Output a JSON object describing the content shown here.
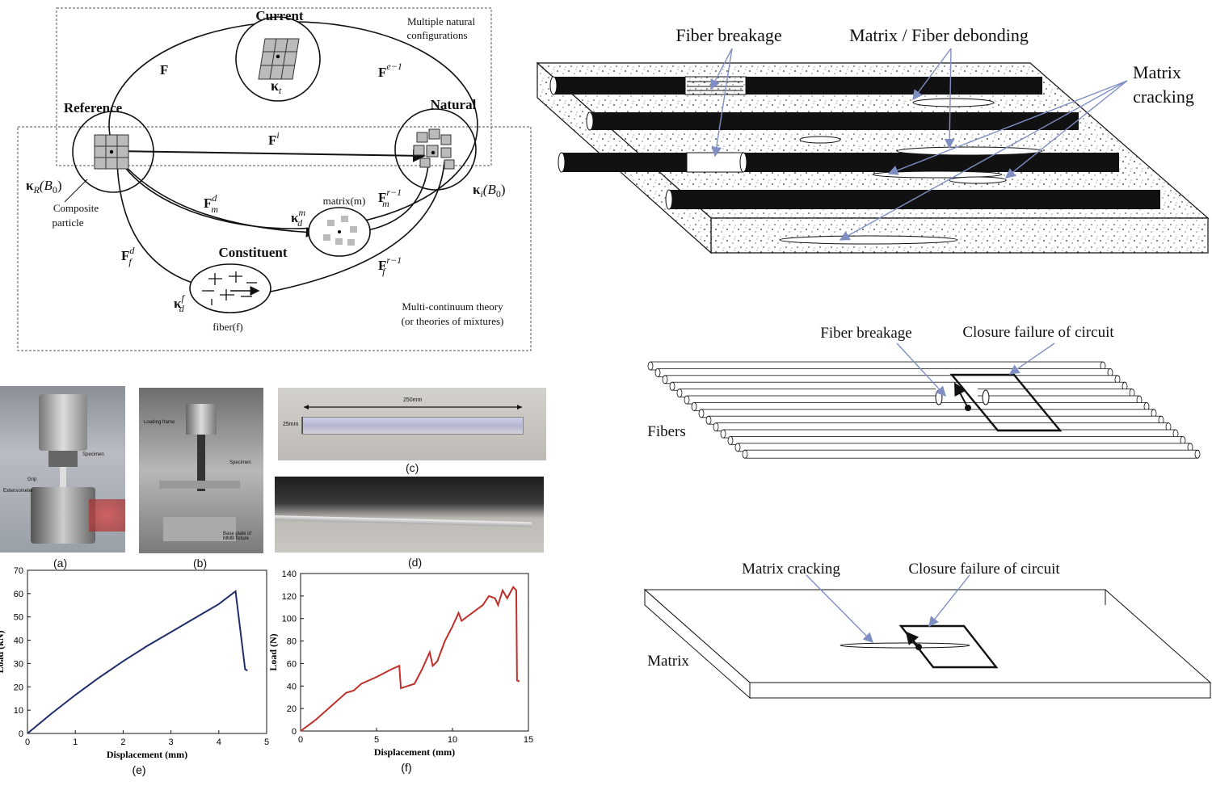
{
  "theory": {
    "current": "Current",
    "multiple": [
      "Multiple natural",
      "configurations"
    ],
    "reference": "Reference",
    "natural": "Natural",
    "constituent": "Constituent",
    "F": "F",
    "Fe": "F",
    "Fe_sup": "e−1",
    "Fi": "F",
    "Fi_sup": "i",
    "Fmd": "F",
    "Fmd_sub": "m",
    "Fmd_sup": "d",
    "Fmr": "F",
    "Fmr_sub": "m",
    "Fmr_sup": "r−1",
    "Ffd": "F",
    "Ffd_sub": "f",
    "Ffd_sup": "d",
    "Ffr": "F",
    "Ffr_sub": "f",
    "Ffr_sup": "r−1",
    "kappa_t": "κ",
    "kappa_t_sub": "t",
    "kappa_R": "κ",
    "kappa_R_sub": "R",
    "kappa_R_arg": "(B",
    "kappa_R_arg_sub": "0",
    "kappa_R_arg_end": ")",
    "kappa_i": "κ",
    "kappa_i_sub": "i",
    "kappa_i_arg": "(B",
    "kappa_i_arg_sub": "0",
    "kappa_i_arg_end": ")",
    "kappa_dm": "κ",
    "kappa_dm_sub": "d",
    "kappa_dm_sup": "m",
    "kappa_df": "κ",
    "kappa_df_sub": "d",
    "kappa_df_sup": "f",
    "matrix": "matrix(m)",
    "composite": [
      "Composite",
      "particle"
    ],
    "fiber": "fiber(f)",
    "multi_continuum": [
      "Multi-continuum theory",
      "(or theories of mixtures)"
    ]
  },
  "failure_top": {
    "fiber_breakage": "Fiber breakage",
    "debonding": "Matrix / Fiber debonding",
    "matrix_cracking": [
      "Matrix",
      "cracking"
    ]
  },
  "failure_fibers": {
    "fiber_breakage": "Fiber breakage",
    "closure": "Closure failure of circuit",
    "fibers": "Fibers"
  },
  "failure_matrix": {
    "matrix_cracking": "Matrix cracking",
    "closure": "Closure failure of circuit",
    "matrix": "Matrix"
  },
  "photos": {
    "a": "(a)",
    "b": "(b)",
    "c": "(c)",
    "d": "(d)",
    "c_len": "250mm",
    "c_wid": "25mm",
    "a_notes": [
      "Specimen",
      "Extensometer",
      "Grip"
    ],
    "b_notes": [
      "Loading frame",
      "Specimen",
      "Base plate of MMB fixture"
    ]
  },
  "colors": {
    "blue_curve": "#1f2d6b",
    "red_curve": "#c0302a",
    "arrow": "#7f8fc4"
  },
  "chart_data": [
    {
      "type": "line",
      "caption": "(e)",
      "xlabel": "Displacement (mm)",
      "ylabel": "Load (kN)",
      "xlim": [
        0,
        5
      ],
      "ylim": [
        0,
        70
      ],
      "xticks": [
        0,
        1,
        2,
        3,
        4,
        5
      ],
      "yticks": [
        0,
        10,
        20,
        30,
        40,
        50,
        60,
        70
      ],
      "series": [
        {
          "color": "#1f2d6b",
          "x": [
            0,
            0.5,
            1.0,
            1.5,
            2.0,
            2.5,
            3.0,
            3.5,
            4.0,
            4.35,
            4.55,
            4.6
          ],
          "y": [
            0,
            8.5,
            16.5,
            24,
            31,
            37.5,
            43.5,
            49.5,
            55.5,
            61,
            27.5,
            27
          ]
        }
      ]
    },
    {
      "type": "line",
      "caption": "(f)",
      "xlabel": "Displacement (mm)",
      "ylabel": "Load (N)",
      "xlim": [
        0,
        15
      ],
      "ylim": [
        0,
        140
      ],
      "xticks": [
        0,
        5,
        10,
        15
      ],
      "yticks": [
        0,
        20,
        40,
        60,
        80,
        100,
        120,
        140
      ],
      "series": [
        {
          "color": "#c0302a",
          "x": [
            0,
            1,
            2,
            3,
            3.5,
            4,
            5,
            6,
            6.5,
            6.6,
            7.5,
            8,
            8.5,
            8.7,
            9,
            9.5,
            10,
            10.4,
            10.6,
            11.2,
            11.6,
            12,
            12.4,
            12.8,
            13,
            13.3,
            13.6,
            14,
            14.2,
            14.25,
            14.4
          ],
          "y": [
            0,
            10,
            22,
            34,
            36,
            42,
            48,
            55,
            58,
            38,
            42,
            55,
            70,
            58,
            62,
            80,
            93,
            105,
            98,
            104,
            108,
            112,
            120,
            118,
            112,
            125,
            118,
            128,
            125,
            45,
            44
          ]
        }
      ]
    }
  ]
}
